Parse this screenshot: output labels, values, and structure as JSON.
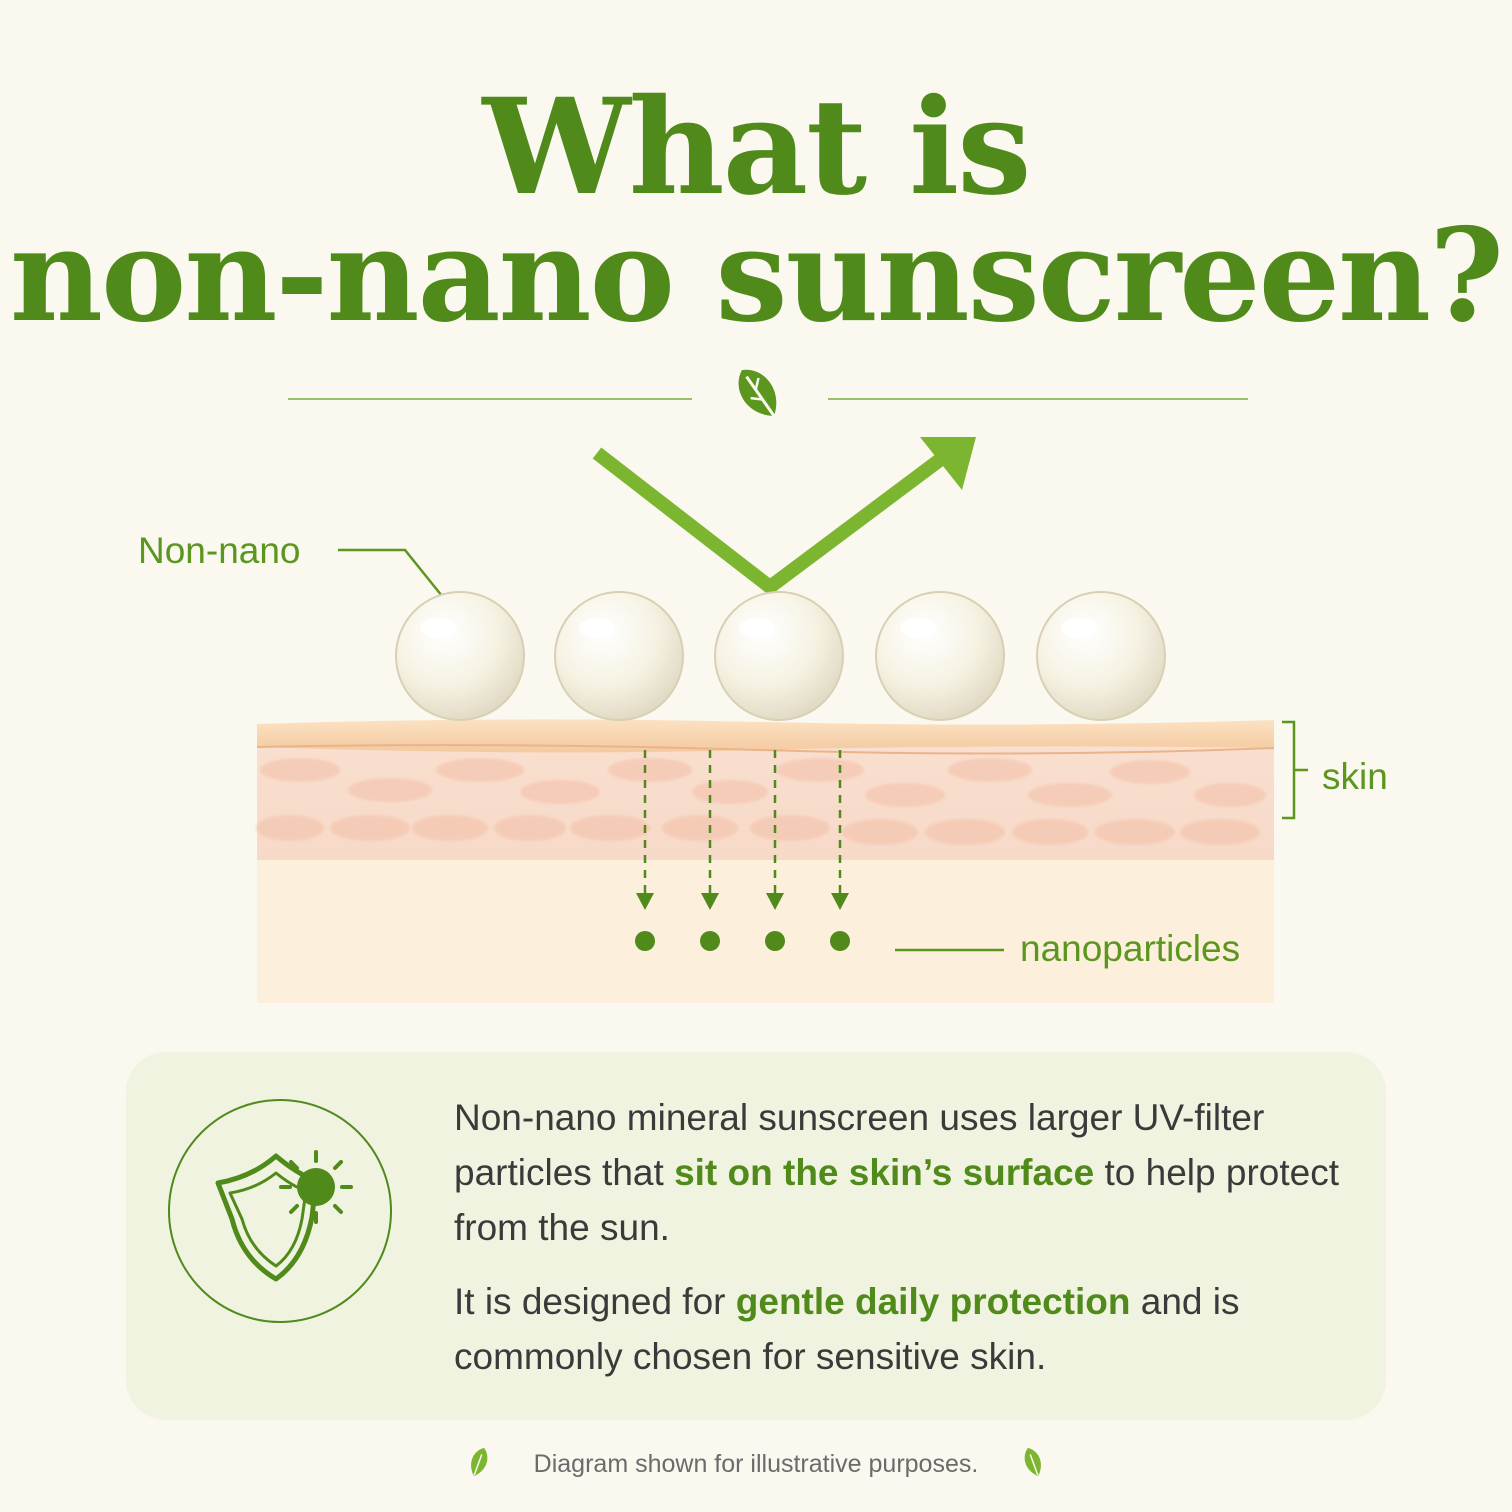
{
  "title": {
    "line1": "What is",
    "line2": "non-nano sunscreen?"
  },
  "labels": {
    "non_nano": "Non-nano",
    "skin": "skin",
    "nanoparticles": "nanoparticles"
  },
  "info": {
    "paragraph1": {
      "before": "Non-nano mineral sunscreen uses larger UV-filter particles that ",
      "highlight": "sit on the skin’s surface",
      "after": " to help protect from the sun."
    },
    "paragraph2": {
      "before": "It is designed for ",
      "highlight": "gentle daily protection",
      "after": " and is commonly chosen for sensitive skin."
    },
    "icon": "shield-sun-icon"
  },
  "footnote": "Diagram shown for illustrative purposes.",
  "colors": {
    "primary_green": "#4f8a1b",
    "accent_green": "#7cb530",
    "background": "#faf8ef",
    "panel": "#f1f3e1",
    "skin_top": "#f9d9b3",
    "skin_cells": "#f5c6b0"
  },
  "icons": [
    "leaf-icon",
    "reflect-arrow-icon",
    "shield-sun-icon",
    "leaf-icon"
  ]
}
